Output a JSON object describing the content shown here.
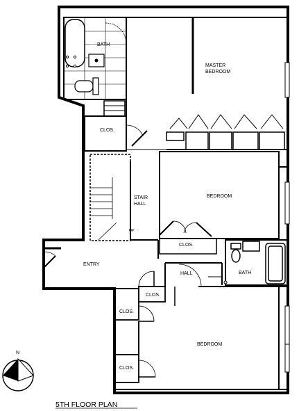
{
  "plan": {
    "title": "5TH FLOOR PLAN",
    "north_label": "N",
    "rooms": {
      "bath_top": "BATH",
      "master_bedroom_line1": "MASTER",
      "master_bedroom_line2": "BEDROOM",
      "clos_upper": "CLOS.",
      "stair_line1": "STAIR",
      "stair_line2": "HALL",
      "up": "UP",
      "bedroom_middle": "BEDROOM",
      "clos_middle": "CLOS.",
      "entry": "ENTRY",
      "hall": "HALL",
      "bath_lower": "BATH",
      "clos_hall": "CLOS.",
      "clos_left_upper": "CLOS.",
      "bedroom_lower": "BEDROOM",
      "clos_left_lower": "CLOS."
    }
  }
}
